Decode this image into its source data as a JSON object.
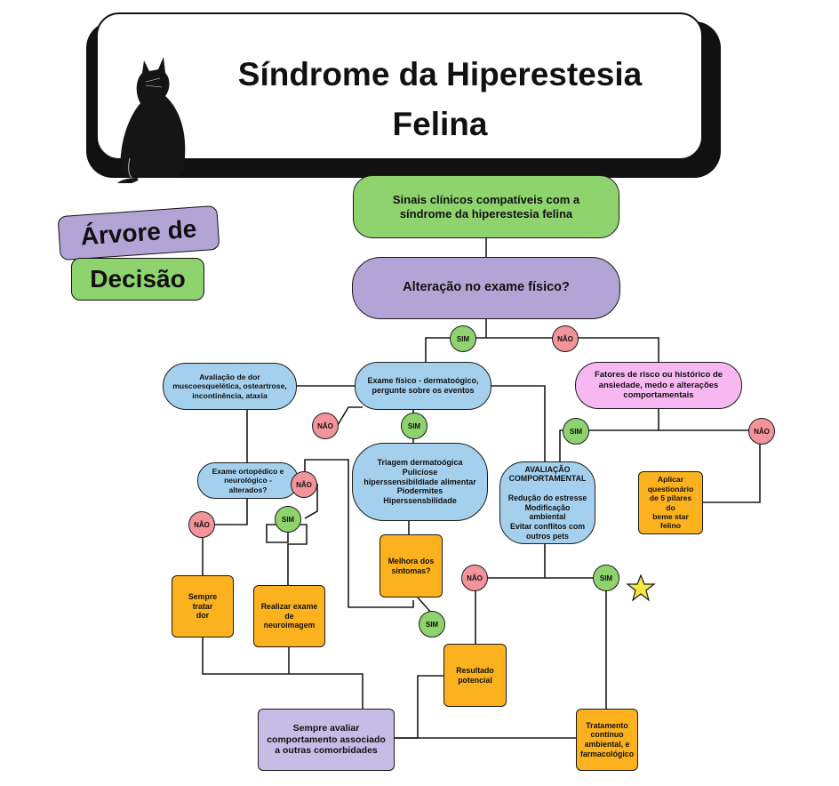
{
  "title": "Síndrome da Hiperestesia\nFelina",
  "tag": {
    "line1": "Árvore de",
    "line2": "Decisão"
  },
  "nodes": {
    "sinais": "Sinais clínicos compatíveis com a\nsíndrome da hiperestesia felina",
    "alteracao": "Alteração no exame físico?",
    "dor": "Avaliação de dor\nmuscoesquelética, osteartrose,\nincontinência, ataxia",
    "exame_fisico": "Exame físico - dermatoógico,\npergunte sobre os eventos",
    "fatores": "Fatores de risco ou histórico de\nansiedade, medo e alterações\ncomportamentais",
    "ortopedico": "Exame ortopédico e\nneurológico -\nalterados?",
    "triagem": "Triagem dermatoógica\nPulicíose\nhiperssensibildiade alimentar\nPiodermites\nHiperssensbilidade",
    "avaliacao": "AVALIAÇÃO\nCOMPORTAMENTAL\n\nRedução do estresse\nModificação ambiental\nEvitar conflitos com\noutros pets",
    "questionario": "Aplicar\nquestionário\nde 5 pilares do\nbeme star\nfelino",
    "melhora": "Melhora dos\nsintomas?",
    "sempre_tratar": "Sempre tratar\ndor",
    "neuroimagem": "Realizar exame\nde neuroimagem",
    "resultado": "Resultado\npotencial",
    "comportamento": "Sempre avaliar\ncomportamento associado\na outras comorbidades",
    "tratamento": "Tratamento\ncontínuo\nambiental, e\nfarmacológico"
  },
  "decisions": {
    "sim": "SIM",
    "nao": "NÃO"
  },
  "colors": {
    "green": "#8fd36f",
    "purple": "#b3a4d6",
    "blue": "#a4d0ee",
    "pink": "#f7b8f1",
    "orange": "#fbb21e",
    "red": "#f2949a"
  },
  "icons": {
    "cat": "black-cat-illustration",
    "star": "yellow-star-icon"
  }
}
